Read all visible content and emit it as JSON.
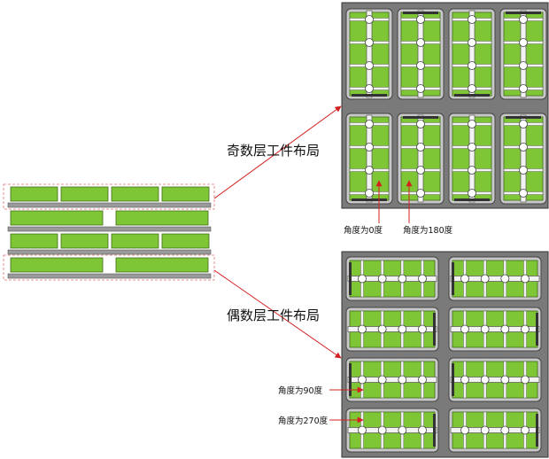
{
  "labels": {
    "odd_layer_title": "奇数层工件布局",
    "even_layer_title": "偶数层工件布局",
    "angle_0": "角度为0度",
    "angle_180": "角度为180度",
    "angle_90": "角度为90度",
    "angle_270": "角度为270度"
  },
  "colors": {
    "workpiece": "#7ec636",
    "workpiece_border": "#3f6b18",
    "pallet": "#9a9a9a",
    "plate_bg": "#7a7a7a",
    "slot": "#c8c8c8",
    "bar": "#f2f2f2",
    "arrow": "#d32020",
    "dash": "#e07070"
  },
  "odd_layout": {
    "rows": 2,
    "cols": 4,
    "orientation": "vertical",
    "tick_angles": [
      "0",
      "180"
    ]
  },
  "even_layout": {
    "rows": 4,
    "cols": 2,
    "orientation": "horizontal",
    "tick_angles": [
      "90",
      "270"
    ]
  },
  "stack": {
    "layers": [
      {
        "type": "odd",
        "pieces": 4
      },
      {
        "type": "even",
        "pieces": 2
      },
      {
        "type": "odd",
        "pieces": 4
      },
      {
        "type": "even",
        "pieces": 2
      }
    ]
  }
}
